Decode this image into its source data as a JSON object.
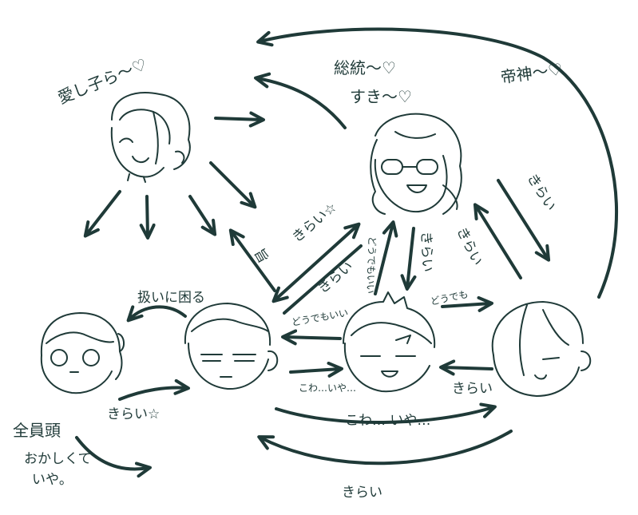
{
  "colors": {
    "ink": "#1f3a38",
    "background": "#ffffff"
  },
  "labels": {
    "manago": "愛し子ら〜♡",
    "sousui": "総統〜♡",
    "suki": "すき〜♡",
    "teishin": "帝神〜♡",
    "kirai_right": "きらい",
    "kirai_right_inner": "きらい",
    "kirai_star": "きらい☆",
    "doudemoii": "どうでもいい",
    "kirai_mid1": "きらい",
    "kirai_mid2": "きらい",
    "mune": "旨",
    "atsukai": "扱いに困る",
    "dou_demo_small": "どうでも",
    "dou_demo_ii": "どうでもいい",
    "kowai_iya_small": "こわ…いや…",
    "kirai_mid3": "きらい",
    "kirai_star_bottom": "きらい☆",
    "kowai_iya": "こわ… いや…",
    "zenin": "全員頭",
    "okashikute": "おかしくて",
    "iya": "いや。",
    "kirai_bottom": "きらい"
  }
}
